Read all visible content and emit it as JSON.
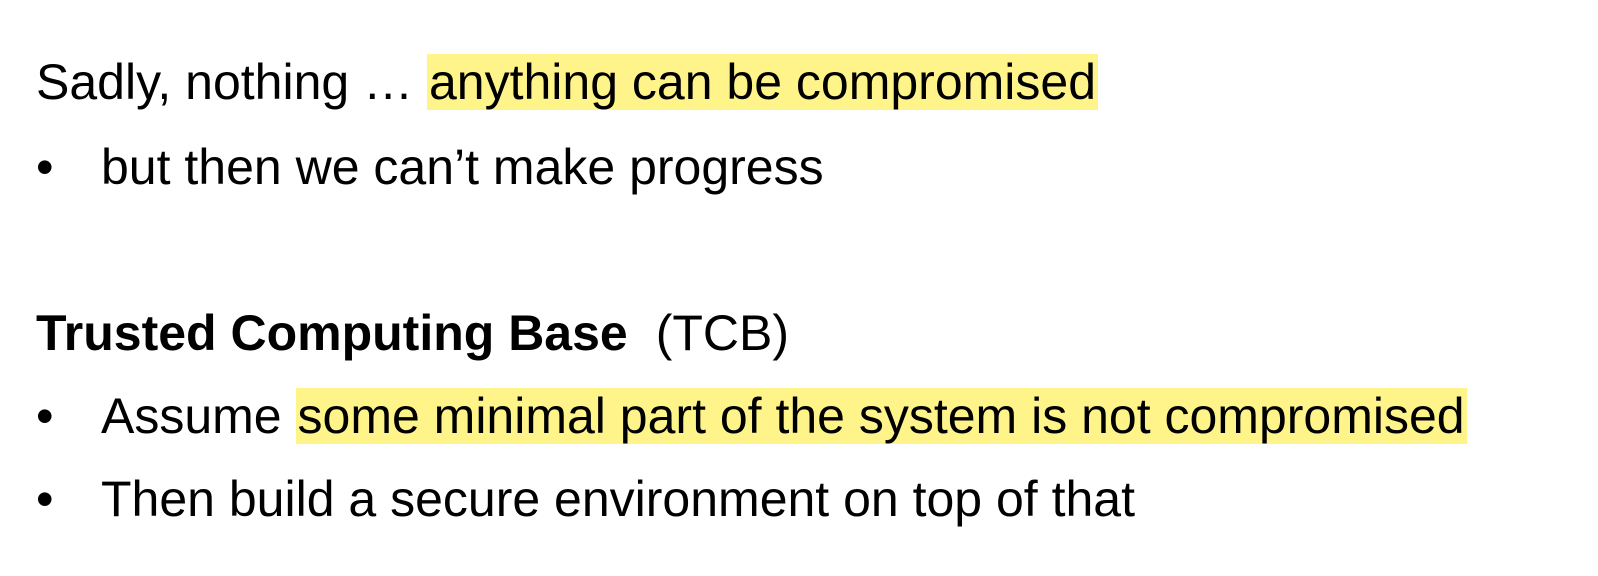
{
  "slide": {
    "line1": {
      "plain": "Sadly, nothing … ",
      "highlight": "anything can be compromised"
    },
    "bullets_a": [
      {
        "marker": "•",
        "text": "but then we can’t make progress"
      }
    ],
    "heading": {
      "bold": "Trusted Computing Base",
      "paren": "(TCB)"
    },
    "bullets_b": [
      {
        "marker": "•",
        "plain": "Assume ",
        "highlight": "some minimal part of the system is not compromised"
      },
      {
        "marker": "•",
        "plain": "Then build a secure environment on top of that"
      }
    ],
    "colors": {
      "highlight": "#fff48a",
      "text": "#000000",
      "background": "#ffffff"
    }
  }
}
